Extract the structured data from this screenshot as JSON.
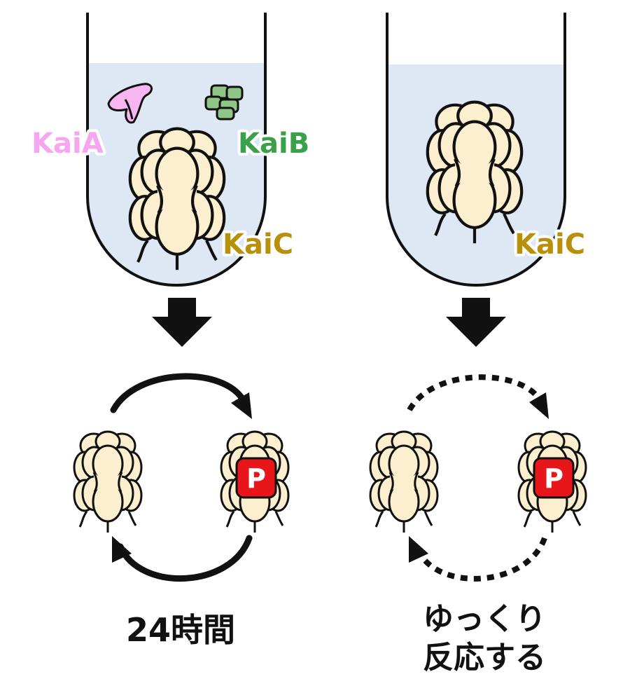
{
  "left_panel": {
    "labels": {
      "kaia": "KaiA",
      "kaib": "KaiB",
      "kaic": "KaiC"
    },
    "cycle_caption": "24時間",
    "phospho_badge": "P"
  },
  "right_panel": {
    "labels": {
      "kaic": "KaiC"
    },
    "cycle_caption_line1": "ゆっくり",
    "cycle_caption_line2": "反応する",
    "phospho_badge": "P"
  },
  "colors": {
    "kaia": "#f6a5f0",
    "kaib": "#3aa14a",
    "kaic": "#b8900a",
    "protein_fill": "#fbefcf",
    "solution": "#dde8f4",
    "badge": "#e8161b"
  }
}
